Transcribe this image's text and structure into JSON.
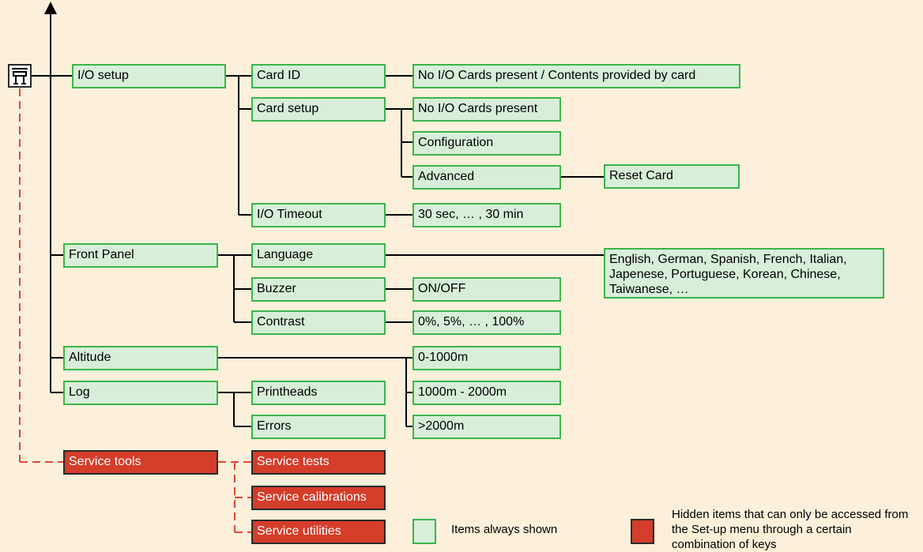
{
  "menu": {
    "io_setup": "I/O setup",
    "card_id": "Card ID",
    "card_id_value": "No I/O Cards present / Contents provided by card",
    "card_setup": "Card setup",
    "no_cards": "No I/O Cards present",
    "configuration": "Configuration",
    "advanced": "Advanced",
    "reset_card": "Reset Card",
    "io_timeout": "I/O Timeout",
    "io_timeout_value": "30 sec, … , 30 min",
    "front_panel": "Front Panel",
    "language": "Language",
    "language_value": "English, German, Spanish, French, Italian, Japenese, Portuguese,  Korean, Chinese, Taiwanese, …",
    "buzzer": "Buzzer",
    "buzzer_value": "ON/OFF",
    "contrast": "Contrast",
    "contrast_value": "0%, 5%, … , 100%",
    "altitude": "Altitude",
    "alt_1": "0-1000m",
    "alt_2": "1000m - 2000m",
    "alt_3": ">2000m",
    "log": "Log",
    "printheads": "Printheads",
    "errors": "Errors"
  },
  "service": {
    "tools": "Service tools",
    "tests": "Service tests",
    "calibrations": "Service calibrations",
    "utilities": "Service utilities"
  },
  "legend": {
    "shown": "Items always shown",
    "hidden": "Hidden items that can only be accessed from the Set-up menu through a certain combination of keys"
  },
  "colors": {
    "background": "#fcf0da",
    "item_fill": "#d8eed9",
    "item_border": "#3bb54a",
    "hidden_fill": "#d43d2a",
    "dashed_line": "#e0473a"
  },
  "icons": {
    "setup_menu": "printer-icon",
    "axis": "arrow-up-icon"
  }
}
